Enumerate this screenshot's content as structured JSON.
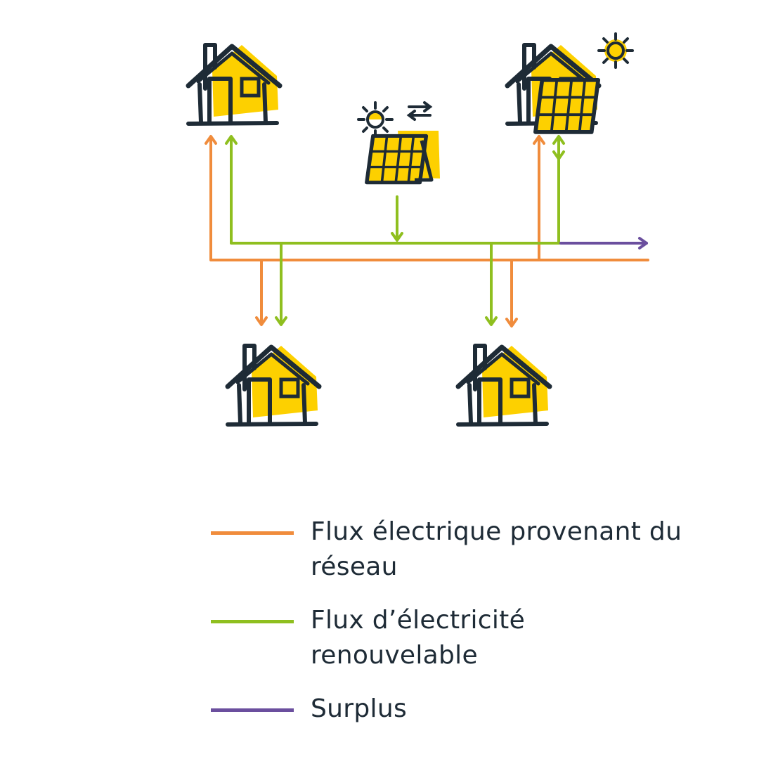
{
  "colors": {
    "grid": "#f08c3c",
    "renewable": "#8fbf1f",
    "surplus": "#6b4f9e",
    "fill": "#fdd000",
    "ink": "#1e2b36"
  },
  "icons": {
    "house_top_left": "house-icon",
    "house_top_right": "house-with-solar-panel-icon",
    "solar_panel_center": "solar-panel-icon",
    "house_bottom_left": "house-icon",
    "house_bottom_right": "house-icon"
  },
  "legend": [
    {
      "key": "grid",
      "label": "Flux électrique provenant du réseau"
    },
    {
      "key": "renewable",
      "label": "Flux d’électricité renouvelable"
    },
    {
      "key": "surplus",
      "label": "Surplus"
    }
  ]
}
